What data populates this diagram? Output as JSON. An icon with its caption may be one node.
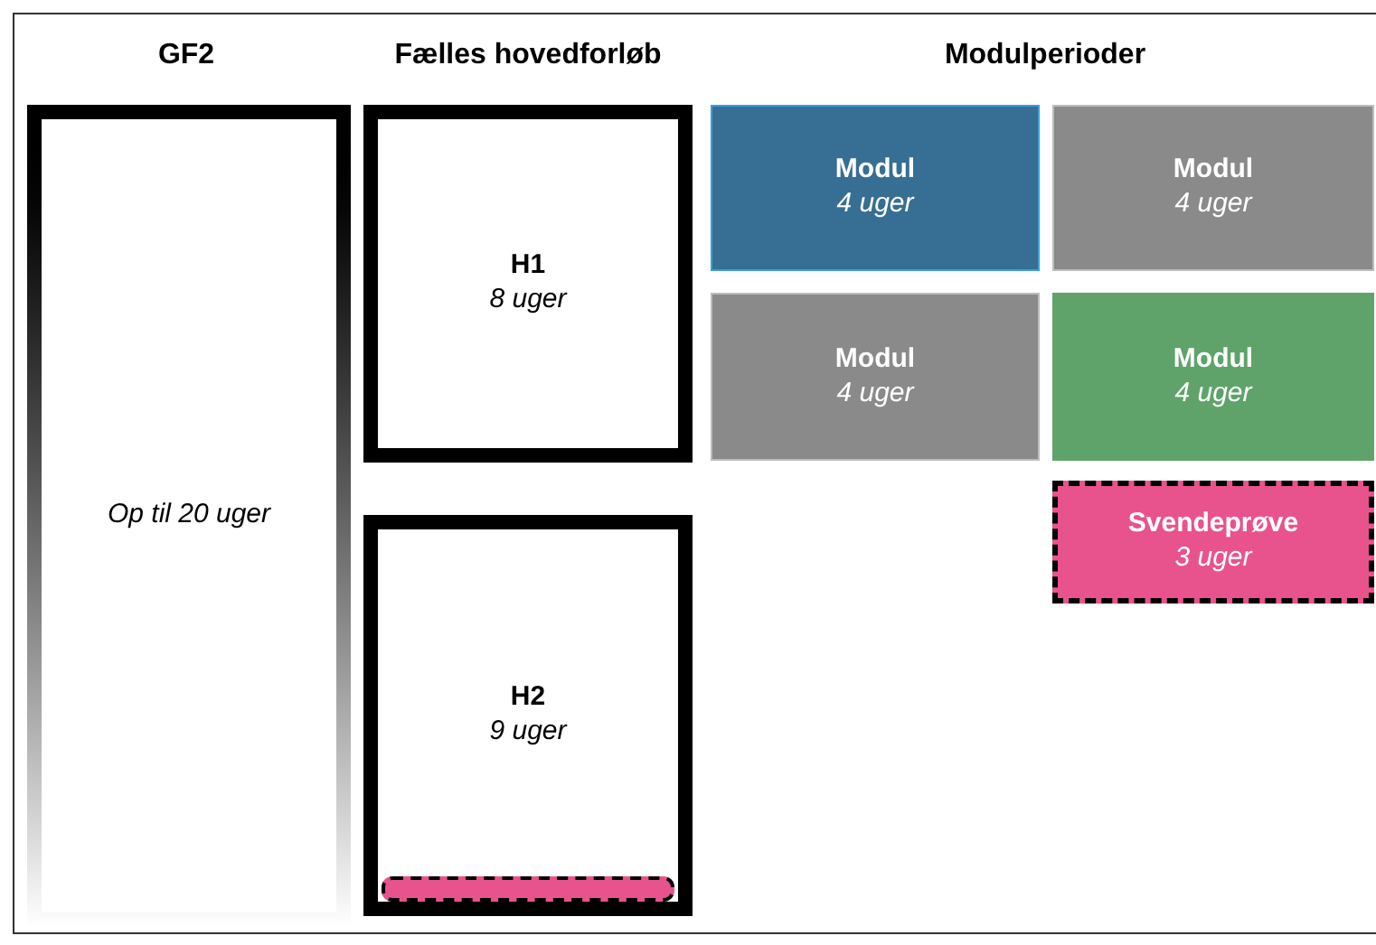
{
  "diagram": {
    "nodes": [
      {
        "text": [
          "Op til 20 uger"
        ]
      },
      {
        "text": [
          "H1",
          "8 uger"
        ]
      },
      {
        "text": [
          "H2",
          "9 uger"
        ]
      },
      {
        "text": [],
        "shape": "bar",
        "in": 2
      },
      {
        "text": [
          "Modul",
          "4 uger"
        ]
      },
      {
        "text": [
          "Modul",
          "4 uger"
        ]
      },
      {
        "text": [
          "Modul",
          "4 uger"
        ]
      },
      {
        "text": [
          "Modul",
          "4 uger"
        ]
      },
      {
        "text": [
          "Svendeprøve",
          "3 uger"
        ]
      }
    ],
    "labels": [
      "GF2",
      "Fælles hovedforløb",
      "Modulperioder"
    ]
  }
}
